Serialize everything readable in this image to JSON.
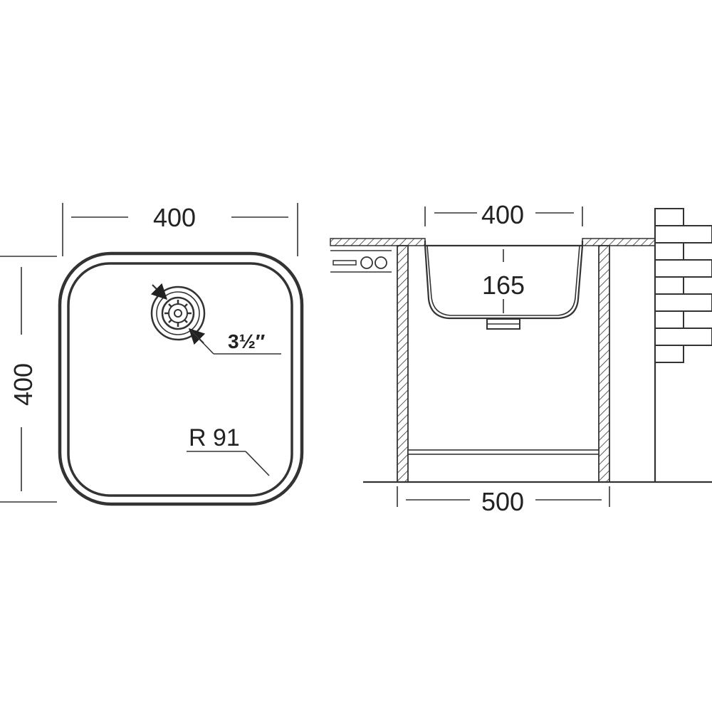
{
  "top_view": {
    "width_label": "400",
    "height_label": "400",
    "drain_size_label": "3½″",
    "corner_radius_label": "R 91"
  },
  "side_view": {
    "bowl_width_label": "400",
    "bowl_depth_label": "165",
    "cabinet_width_label": "500"
  }
}
